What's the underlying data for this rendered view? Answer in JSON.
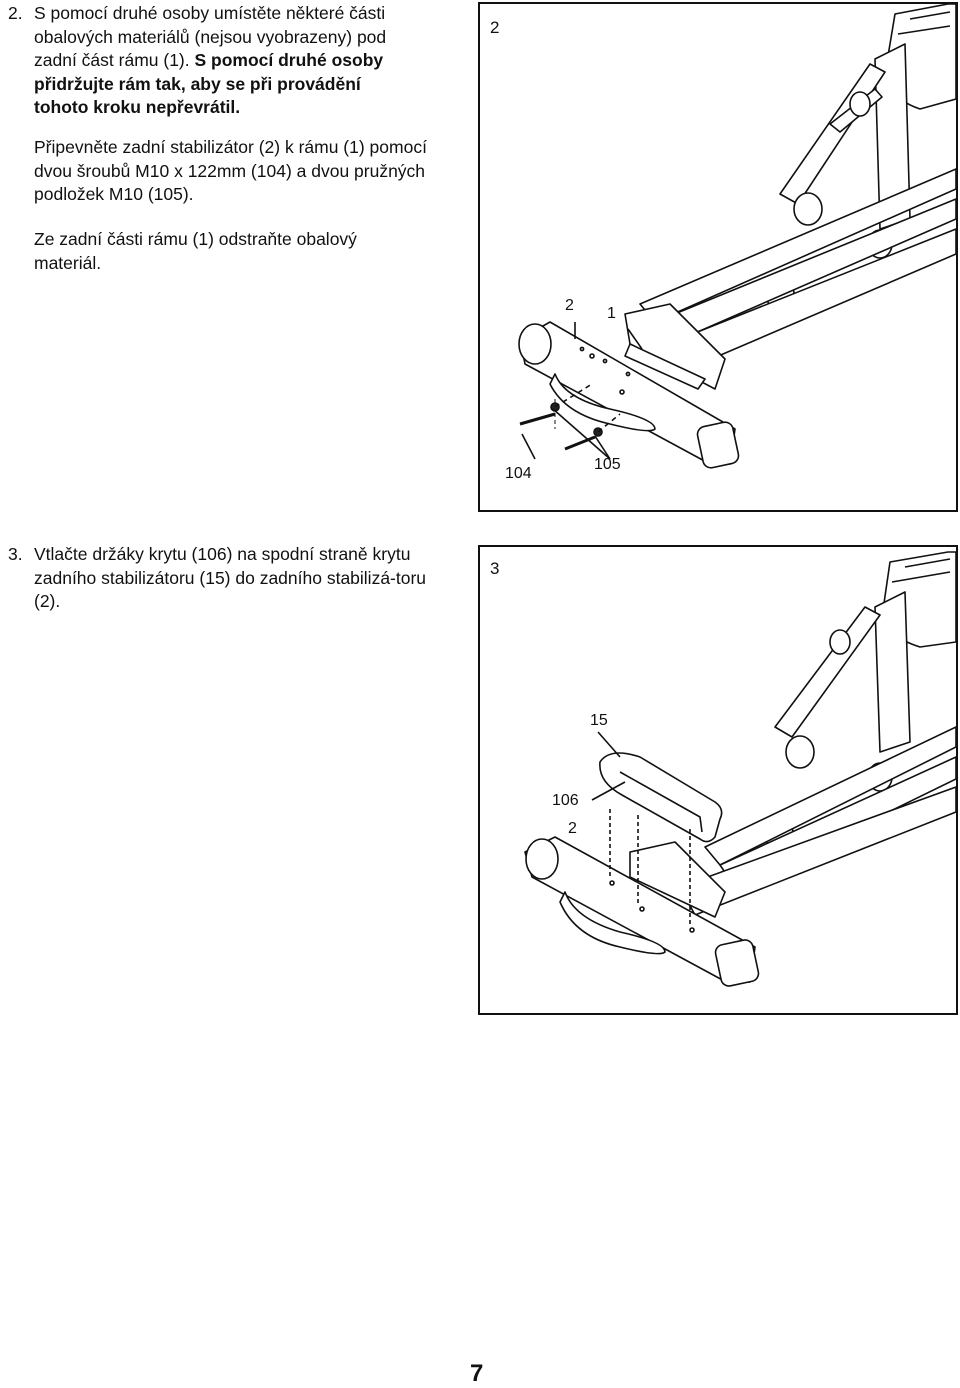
{
  "step2": {
    "number": "2.",
    "line1": "S pomocí druhé osoby umístěte některé části",
    "line2": "obalových materiálů (nejsou vyobrazeny) pod",
    "line3_normal": "zadní část rámu (1). ",
    "line3_bold": "S pomocí druhé osoby",
    "line4_bold": "přidržujte rám tak, aby se při provádění",
    "line5_bold": "tohoto kroku nepřevrátil.",
    "para2": "Připevněte zadní stabilizátor (2) k rámu (1) pomocí dvou šroubů M10 x 122mm (104) a dvou pružných podložek M10 (105).",
    "para3": "Ze zadní části rámu (1) odstraňte obalový materiál.",
    "figure": {
      "label": "2",
      "callouts": {
        "c2": "2",
        "c1": "1",
        "c104": "104",
        "c105": "105"
      }
    }
  },
  "step3": {
    "number": "3.",
    "text": "Vtlačte držáky krytu (106) na spodní straně krytu zadního stabilizátoru (15) do zadního stabilizá-toru (2).",
    "figure": {
      "label": "3",
      "callouts": {
        "c15": "15",
        "c106": "106",
        "c2": "2"
      }
    }
  },
  "page_number": "7"
}
